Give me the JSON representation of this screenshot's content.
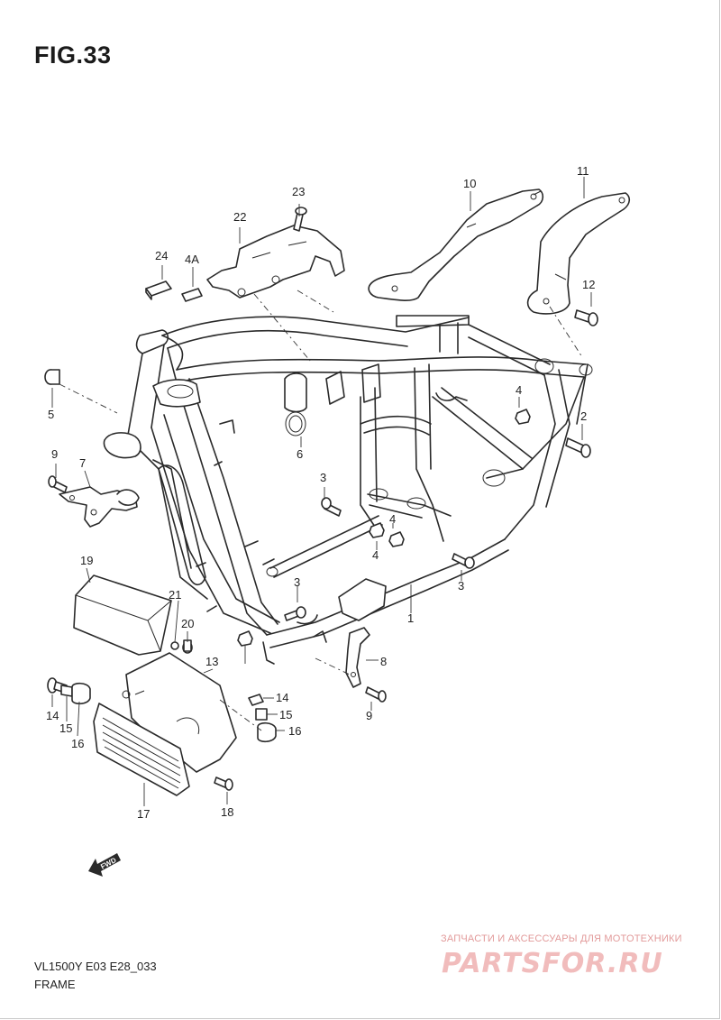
{
  "figure": {
    "title": "FIG.33"
  },
  "footer": {
    "model_code": "VL1500Y E03 E28_033",
    "section_name": "FRAME"
  },
  "callouts": [
    "1",
    "2",
    "3",
    "3",
    "3",
    "4",
    "4",
    "4",
    "4A",
    "5",
    "6",
    "7",
    "8",
    "9",
    "9",
    "10",
    "11",
    "12",
    "13",
    "14",
    "14",
    "15",
    "15",
    "16",
    "16",
    "17",
    "18",
    "19",
    "20",
    "21",
    "22",
    "23",
    "24"
  ],
  "direction_marker": {
    "label": "FWD"
  },
  "watermark": {
    "tagline": "ЗАПЧАСТИ И АКСЕССУАРЫ ДЛЯ МОТОТЕХНИКИ",
    "logo_text": "PARTSFOR.RU"
  },
  "colors": {
    "line": "#2a2a2a",
    "watermark": "#f1bcbc",
    "watermark_tagline": "#e29a9a"
  }
}
